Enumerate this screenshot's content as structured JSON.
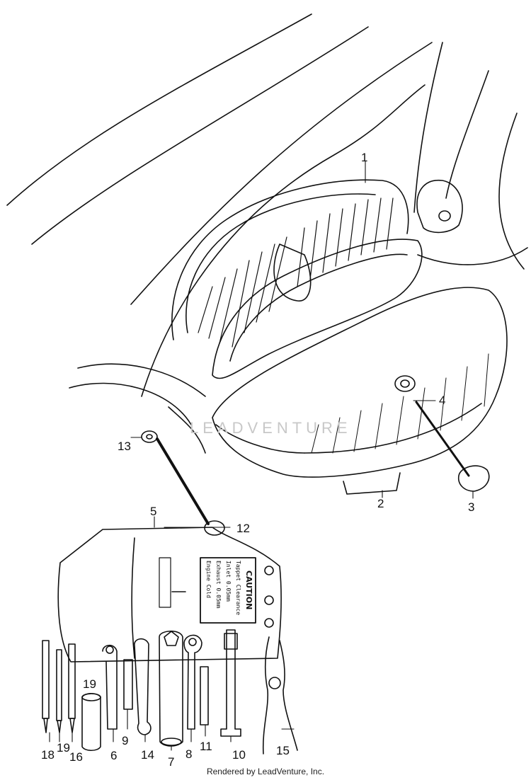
{
  "colors": {
    "ink": "#111111",
    "paper": "#ffffff",
    "watermark": "#c8c8c8"
  },
  "watermark": "LEADVENTURE",
  "caution_plate": {
    "title": "CAUTION",
    "lines": [
      "Tappet Clearance",
      "Inlet 0.05mm",
      "Exhaust 0.05mm",
      "Engine Cold"
    ]
  },
  "callouts": [
    {
      "id": "1",
      "label": "1"
    },
    {
      "id": "2",
      "label": "2"
    },
    {
      "id": "3",
      "label": "3"
    },
    {
      "id": "4",
      "label": "4"
    },
    {
      "id": "5",
      "label": "5"
    },
    {
      "id": "12",
      "label": "12"
    },
    {
      "id": "13",
      "label": "13"
    },
    {
      "id": "18",
      "label": "18"
    },
    {
      "id": "19a",
      "label": "19"
    },
    {
      "id": "19b",
      "label": "19"
    },
    {
      "id": "16",
      "label": "16"
    },
    {
      "id": "6",
      "label": "6"
    },
    {
      "id": "9",
      "label": "9"
    },
    {
      "id": "14",
      "label": "14"
    },
    {
      "id": "7",
      "label": "7"
    },
    {
      "id": "8",
      "label": "8"
    },
    {
      "id": "11",
      "label": "11"
    },
    {
      "id": "10",
      "label": "10"
    },
    {
      "id": "15",
      "label": "15"
    }
  ],
  "footer": "Rendered by LeadVenture, Inc."
}
